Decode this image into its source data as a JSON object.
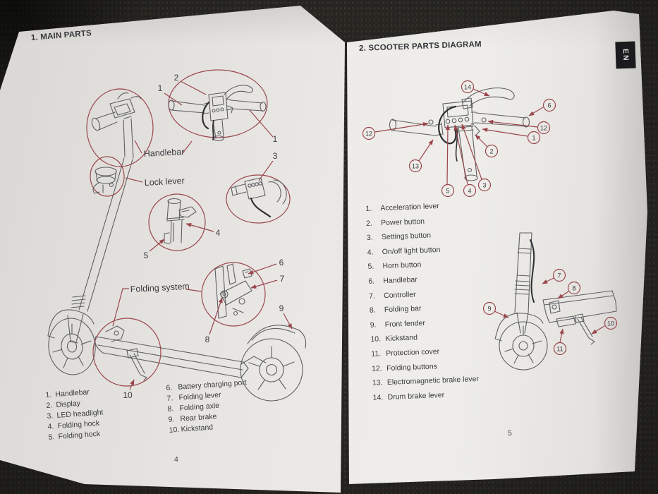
{
  "colors": {
    "background": "#262521",
    "page": "#e9e7e3",
    "accent_red": "#9a464d",
    "line_gray": "#5e5e63",
    "text": "#35353a",
    "tab_bg": "#1b1b1d",
    "tab_text": "#dcdcdc"
  },
  "left_page": {
    "title": "1. MAIN PARTS",
    "page_number": "4",
    "diagram": {
      "labels": {
        "handlebar": "Handlebar",
        "lock_lever": "Lock lever",
        "folding_system": "Folding system"
      },
      "callouts": {
        "c1": "1",
        "c2": "2",
        "c3": "3",
        "c4": "4",
        "c5": "5",
        "c6": "6",
        "c7": "7",
        "c8": "8",
        "c9": "9",
        "c10": "10"
      }
    },
    "parts_col1": [
      {
        "num": "1.",
        "label": "Handlebar"
      },
      {
        "num": "2.",
        "label": "Display"
      },
      {
        "num": "3.",
        "label": "LED headlight"
      },
      {
        "num": "4.",
        "label": "Folding hock"
      },
      {
        "num": "5.",
        "label": "Folding hock"
      }
    ],
    "parts_col2": [
      {
        "num": "6.",
        "label": "Battery charging port"
      },
      {
        "num": "7.",
        "label": "Folding lever"
      },
      {
        "num": "8.",
        "label": "Folding axle"
      },
      {
        "num": "9.",
        "label": "Rear brake"
      },
      {
        "num": "10.",
        "label": "Kickstand"
      }
    ]
  },
  "right_page": {
    "title": "2. SCOOTER PARTS DIAGRAM",
    "language_tab": "EN",
    "page_number": "5",
    "handlebar_diagram": {
      "callouts": {
        "c1": "1",
        "c2": "2",
        "c3": "3",
        "c4": "4",
        "c5": "5",
        "c6": "6",
        "c12": "12",
        "c13": "13",
        "c14": "14"
      }
    },
    "front_diagram": {
      "callouts": {
        "c7": "7",
        "c8": "8",
        "c9": "9",
        "c10": "10",
        "c11": "11"
      }
    },
    "parts_list": [
      {
        "num": "1.",
        "label": "Acceleration lever"
      },
      {
        "num": "2.",
        "label": "Power button"
      },
      {
        "num": "3.",
        "label": "Settings button"
      },
      {
        "num": "4.",
        "label": "On/off light button"
      },
      {
        "num": "5.",
        "label": "Horn button"
      },
      {
        "num": "6.",
        "label": "Handlebar"
      },
      {
        "num": "7.",
        "label": "Controller"
      },
      {
        "num": "8.",
        "label": "Folding bar"
      },
      {
        "num": "9.",
        "label": "Front fender"
      },
      {
        "num": "10.",
        "label": "Kickstand"
      },
      {
        "num": "11.",
        "label": "Protection cover"
      },
      {
        "num": "12.",
        "label": "Folding buttons"
      },
      {
        "num": "13.",
        "label": "Electromagnetic brake lever"
      },
      {
        "num": "14.",
        "label": "Drum brake lever"
      }
    ]
  }
}
